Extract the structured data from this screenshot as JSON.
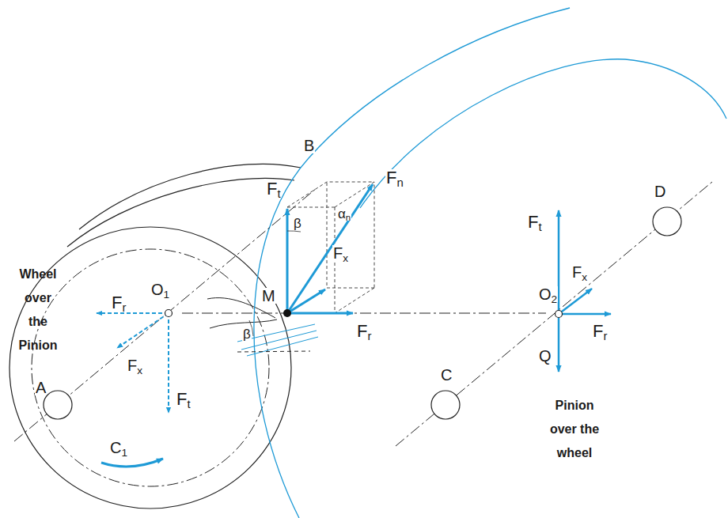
{
  "diagram": {
    "labels": [
      "B",
      "Fn",
      "Ft",
      "β",
      "αn",
      "D",
      "Wheel over the Pinion",
      "Fr",
      "O1",
      "Fx",
      "M",
      "Ft",
      "Fx",
      "O2",
      "Fr",
      "Fr",
      "β",
      "Fx",
      "A",
      "C",
      "Q",
      "Ft",
      "C1",
      "Pinion over the wheel"
    ]
  }
}
